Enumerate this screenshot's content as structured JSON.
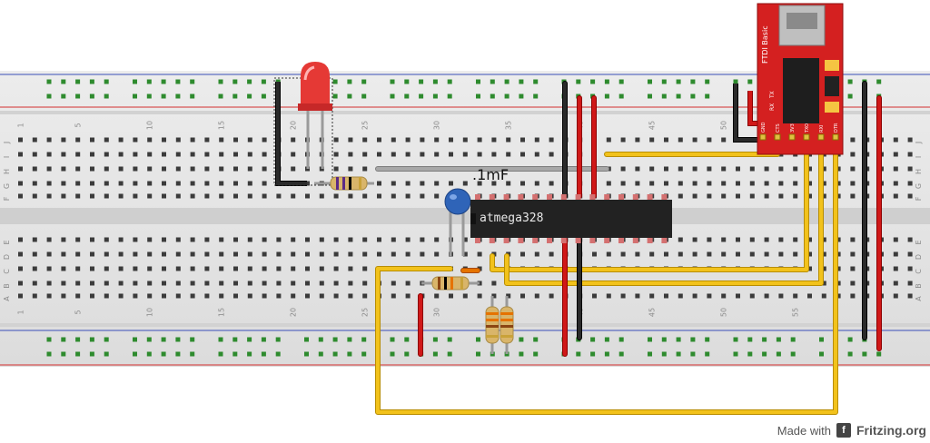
{
  "breadboard": {
    "column_numbers": [
      "1",
      "5",
      "10",
      "15",
      "20",
      "25",
      "30",
      "35",
      "40",
      "45",
      "50",
      "55"
    ],
    "row_letters_top": [
      "J",
      "I",
      "H",
      "G",
      "F"
    ],
    "row_letters_bottom": [
      "E",
      "D",
      "C",
      "B",
      "A"
    ],
    "rail_color_positive": "#d32f2f",
    "rail_color_negative": "#3a4fb8"
  },
  "components": {
    "chip_label": "atmega328",
    "capacitor_label": ".1mF",
    "ftdi_label": "FTDI Basic",
    "ftdi_pins": [
      "GND",
      "CTS",
      "3V3",
      "TXO",
      "RXI",
      "DTR"
    ],
    "ftdi_leds": [
      "TX",
      "RX"
    ],
    "led_color": "#e53935"
  },
  "wires": {
    "yellow": "#f2c21b",
    "red": "#d01818",
    "black": "#1c1c1c",
    "gray": "#9e9e9e"
  },
  "footer": {
    "made_with": "Made with",
    "brand": "Fritzing.org",
    "logo_glyph": "f"
  }
}
